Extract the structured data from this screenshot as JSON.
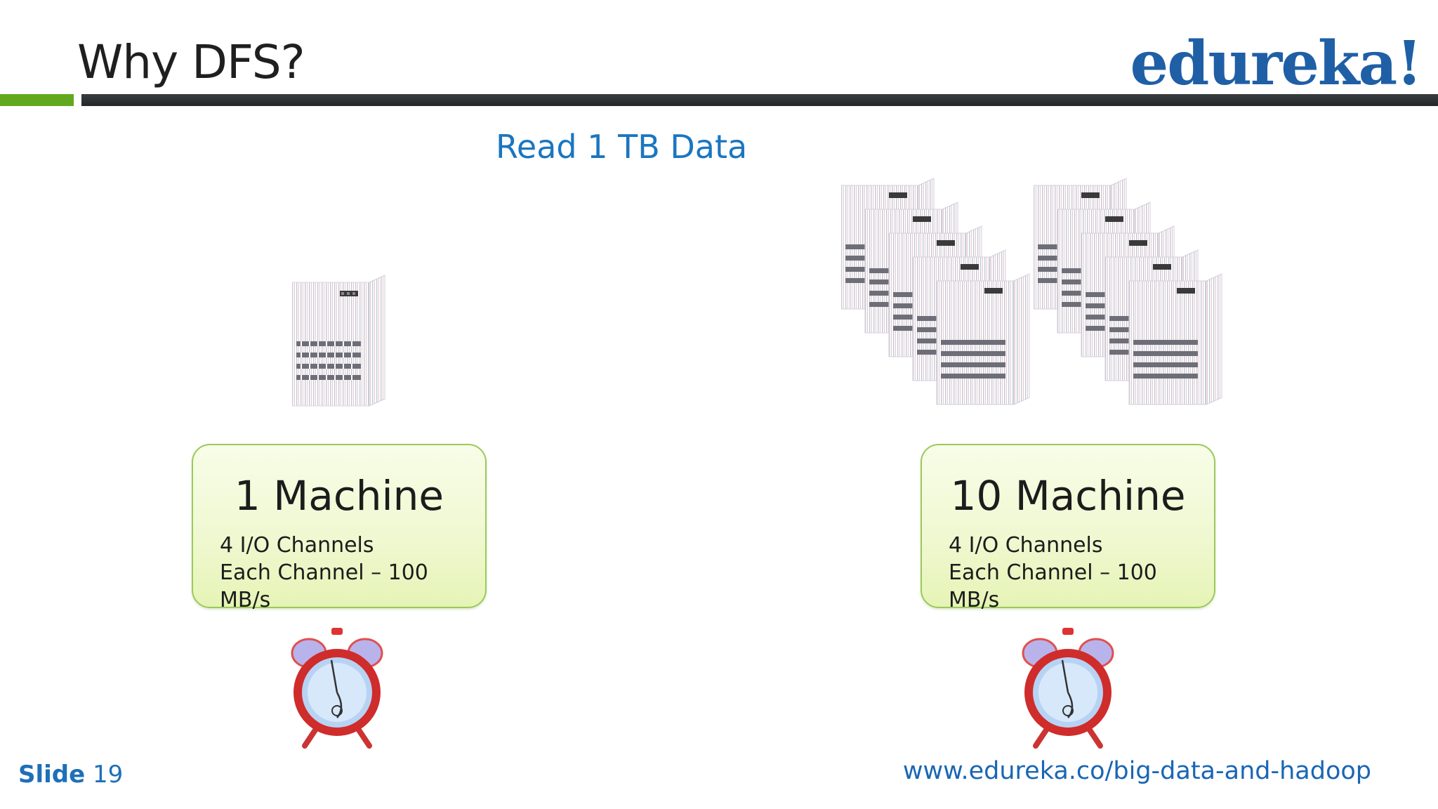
{
  "slide": {
    "title": "Why DFS?",
    "logo": "edureka!",
    "subtitle": "Read 1 TB Data",
    "left": {
      "title": "1 Machine",
      "line1": "4 I/O Channels",
      "line2": "Each Channel – 100 MB/s"
    },
    "right": {
      "title": "10 Machine",
      "line1": "4 I/O Channels",
      "line2": "Each Channel – 100 MB/s"
    },
    "footer": {
      "slide_label": "Slide",
      "slide_number": "19",
      "url": "www.edureka.co/big-data-and-hadoop"
    }
  },
  "colors": {
    "brand": "#1f5fa6",
    "accent_green": "#62a81f",
    "subtitle_blue": "#1a76c0",
    "box_border": "#9cc95a",
    "clock_red": "#cc2a2a"
  },
  "icons": [
    "server-icon",
    "alarm-clock-icon"
  ]
}
